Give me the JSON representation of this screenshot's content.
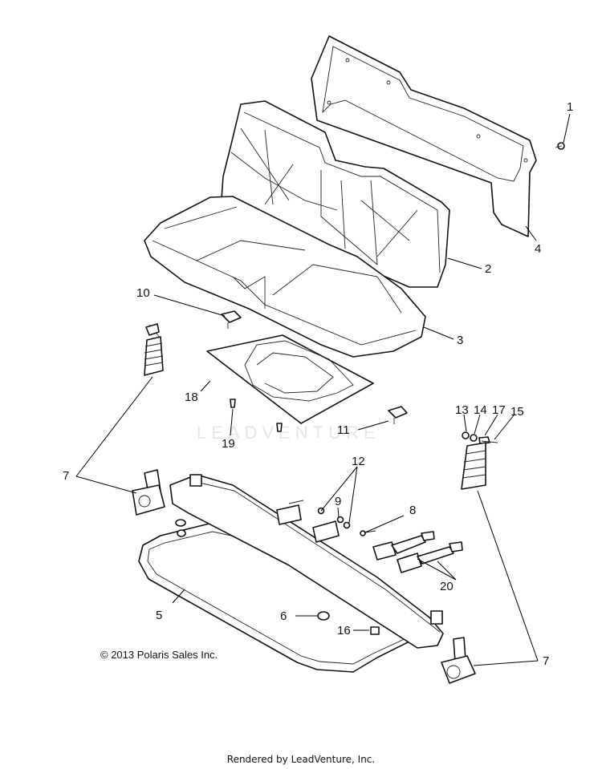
{
  "watermark": "LEADVENTURE",
  "callouts": {
    "c1": "1",
    "c2": "2",
    "c3": "3",
    "c4": "4",
    "c5": "5",
    "c6": "6",
    "c7a": "7",
    "c7b": "7",
    "c8": "8",
    "c9": "9",
    "c10": "10",
    "c11": "11",
    "c12": "12",
    "c13": "13",
    "c14": "14",
    "c15": "15",
    "c16": "16",
    "c17": "17",
    "c18": "18",
    "c19": "19",
    "c20": "20"
  },
  "copyright": "© 2013 Polaris Sales Inc.",
  "footer": "Rendered by LeadVenture, Inc."
}
